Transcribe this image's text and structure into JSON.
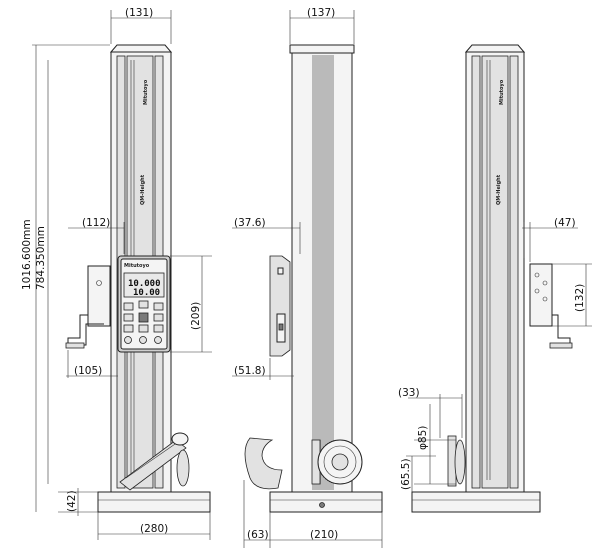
{
  "dimensions": {
    "front_width": "(131)",
    "total_height": "1016.600mm",
    "measuring_range": "784.350mm",
    "display_offset": "(112)",
    "display_height": "(209)",
    "side_support_offset": "(105)",
    "base_height": "(42)",
    "base_width": "(280)",
    "side_width": "(137)",
    "side_display_offset": "(37.6)",
    "side_display_depth": "(51.8)",
    "side_base_front": "(63)",
    "side_base_depth": "(210)",
    "rear_depth": "(47)",
    "rear_bracket_height": "(132)",
    "roller_offset": "(33)",
    "roller_diameter": "φ85)",
    "roller_height": "(65.5)"
  },
  "labels": {
    "column_brand": "QM-Height",
    "column_badge": "Mitutoyo",
    "display_brand": "Mitutoyo",
    "display_readout_main": "10.000",
    "display_readout_sub": "10.00"
  },
  "colors": {
    "line": "#222222",
    "panel": "#e2e2e2",
    "dark": "#7a7a7a"
  }
}
